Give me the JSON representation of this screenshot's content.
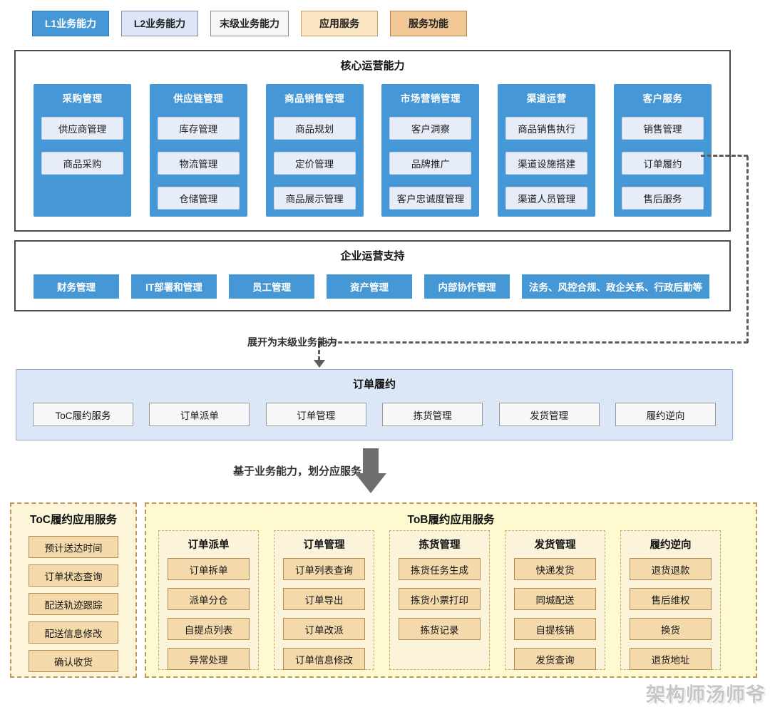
{
  "legend": {
    "items": [
      {
        "label": "L1业务能力"
      },
      {
        "label": "L2业务能力"
      },
      {
        "label": "末级业务能力"
      },
      {
        "label": "应用服务"
      },
      {
        "label": "服务功能"
      }
    ]
  },
  "core": {
    "title": "核心运营能力",
    "columns": [
      {
        "title": "采购管理",
        "items": [
          "供应商管理",
          "商品采购"
        ]
      },
      {
        "title": "供应链管理",
        "items": [
          "库存管理",
          "物流管理",
          "仓储管理"
        ]
      },
      {
        "title": "商品销售管理",
        "items": [
          "商品规划",
          "定价管理",
          "商品展示管理"
        ]
      },
      {
        "title": "市场营销管理",
        "items": [
          "客户洞察",
          "品牌推广",
          "客户忠诚度管理"
        ]
      },
      {
        "title": "渠道运营",
        "items": [
          "商品销售执行",
          "渠道设施搭建",
          "渠道人员管理"
        ]
      },
      {
        "title": "客户服务",
        "items": [
          "销售管理",
          "订单履约",
          "售后服务"
        ]
      }
    ]
  },
  "enterprise": {
    "title": "企业运营支持",
    "items": [
      "财务管理",
      "IT部署和管理",
      "员工管理",
      "资产管理",
      "内部协作管理",
      "法务、风控合规、政企关系、行政后勤等"
    ]
  },
  "labels": {
    "expand": "展开为末级业务能力",
    "divide": "基于业务能力，划分应服务"
  },
  "fulfillment": {
    "title": "订单履约",
    "items": [
      "ToC履约服务",
      "订单派单",
      "订单管理",
      "拣货管理",
      "发货管理",
      "履约逆向"
    ]
  },
  "toc": {
    "title": "ToC履约应用服务",
    "items": [
      "预计送达时间",
      "订单状态查询",
      "配送轨迹跟踪",
      "配送信息修改",
      "确认收货"
    ]
  },
  "tob": {
    "title": "ToB履约应用服务",
    "columns": [
      {
        "title": "订单派单",
        "items": [
          "订单拆单",
          "派单分仓",
          "自提点列表",
          "异常处理"
        ]
      },
      {
        "title": "订单管理",
        "items": [
          "订单列表查询",
          "订单导出",
          "订单改派",
          "订单信息修改"
        ]
      },
      {
        "title": "拣货管理",
        "items": [
          "拣货任务生成",
          "拣货小票打印",
          "拣货记录"
        ]
      },
      {
        "title": "发货管理",
        "items": [
          "快递发货",
          "同城配送",
          "自提核销",
          "发货查询"
        ]
      },
      {
        "title": "履约逆向",
        "items": [
          "退货退款",
          "售后维权",
          "换货",
          "退货地址"
        ]
      }
    ]
  },
  "watermark": "架构师汤师爷",
  "colors": {
    "l1_blue": "#4597d6",
    "l2_light_blue": "#dde5f6",
    "leaf_gray": "#f6f6f6",
    "app_orange_light": "#fae4c1",
    "service_orange": "#f0c795",
    "fulfillment_band": "#dbe7f7",
    "toc_panel": "#fcf5da",
    "tob_panel": "#fdfacf",
    "orange_item": "#f4d9ab",
    "connector_gray": "#5c5c5c",
    "arrow_gray": "#6f6f6f"
  }
}
